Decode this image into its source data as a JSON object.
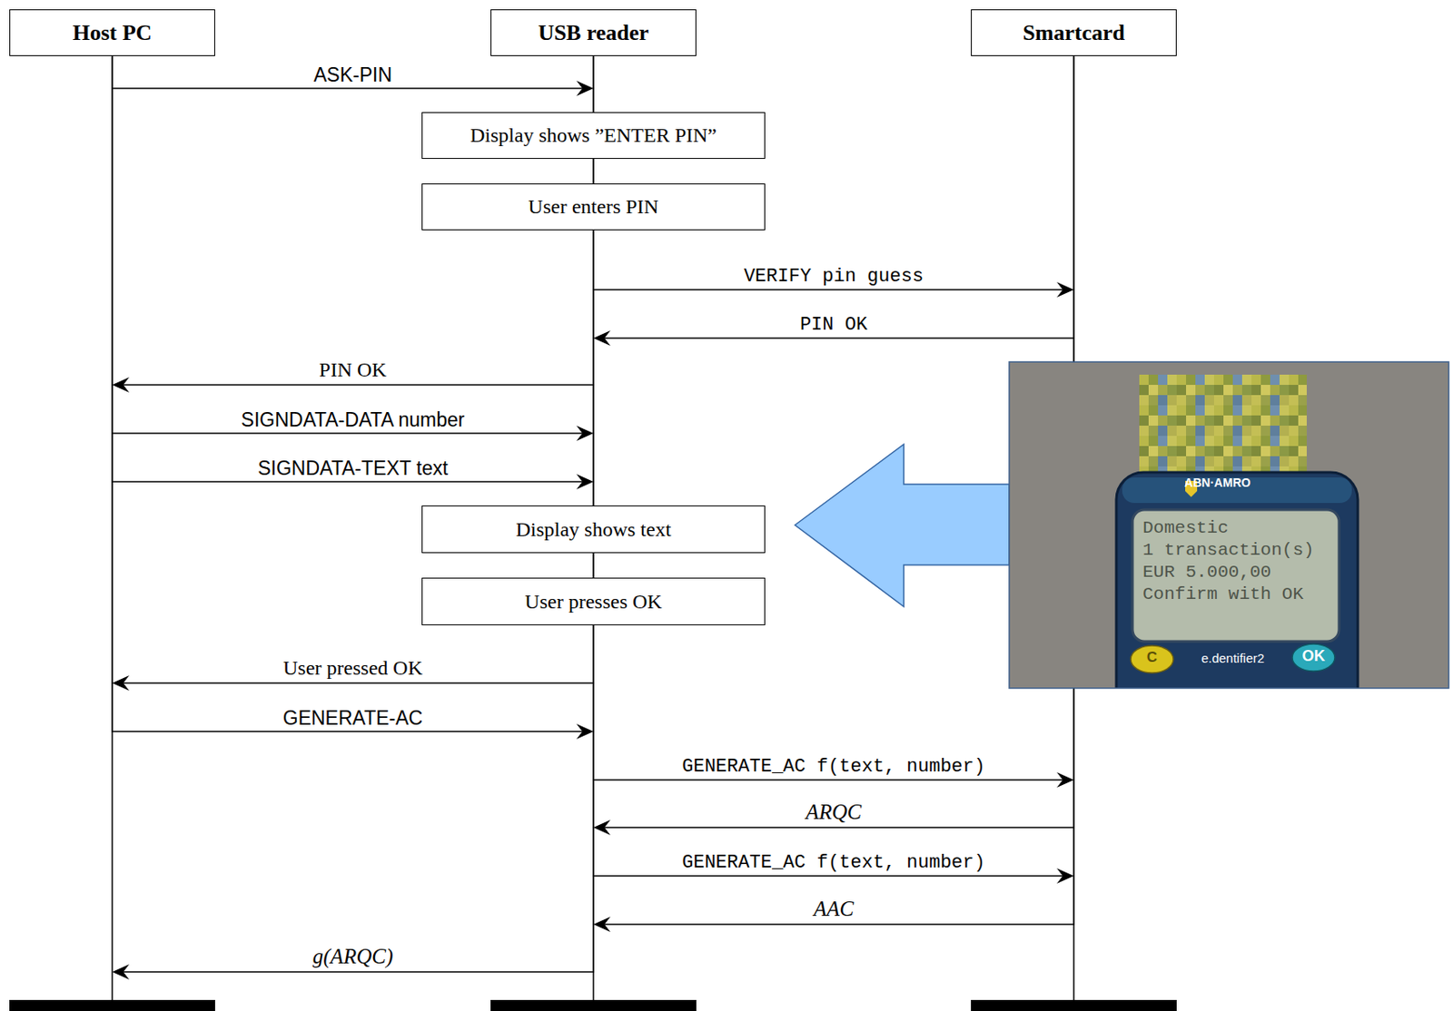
{
  "diagram": {
    "nodes": [
      {
        "text": [
          "Host PC"
        ]
      },
      {
        "text": [
          "USB reader"
        ]
      },
      {
        "text": [
          "Smartcard"
        ]
      },
      {
        "text": [
          "Display shows ”ENTER PIN”"
        ]
      },
      {
        "text": [
          "User enters PIN"
        ]
      },
      {
        "text": [
          "Display shows text"
        ]
      },
      {
        "text": [
          "User presses OK"
        ]
      }
    ],
    "edges": [
      {
        "from": 0,
        "to": 1,
        "label": "ASK-PIN",
        "arrow": "to"
      },
      {
        "from": 1,
        "to": 2,
        "label": "VERIFY pin guess",
        "arrow": "to"
      },
      {
        "from": 2,
        "to": 1,
        "label": "PIN OK",
        "arrow": "to"
      },
      {
        "from": 1,
        "to": 0,
        "label": "PIN OK",
        "arrow": "to"
      },
      {
        "from": 0,
        "to": 1,
        "label": "SIGNDATA-DATA number",
        "arrow": "to"
      },
      {
        "from": 0,
        "to": 1,
        "label": "SIGNDATA-TEXT text",
        "arrow": "to"
      },
      {
        "from": 1,
        "to": 0,
        "label": "User pressed OK",
        "arrow": "to"
      },
      {
        "from": 0,
        "to": 1,
        "label": "GENERATE-AC",
        "arrow": "to"
      },
      {
        "from": 1,
        "to": 2,
        "label": "GENERATE_AC f(text, number)",
        "arrow": "to"
      },
      {
        "from": 2,
        "to": 1,
        "label": "ARQC",
        "arrow": "to"
      },
      {
        "from": 1,
        "to": 2,
        "label": "GENERATE_AC f(text, number)",
        "arrow": "to"
      },
      {
        "from": 2,
        "to": 1,
        "label": "AAC",
        "arrow": "to"
      },
      {
        "from": 1,
        "to": 0,
        "label": "g(ARQC)",
        "arrow": "to"
      }
    ],
    "labels": [
      "ABN·AMRO",
      "Domestic",
      "1 transaction(s)",
      "EUR 5.000,00",
      "Confirm with OK",
      "C",
      "e.dentifier2",
      "OK"
    ]
  }
}
